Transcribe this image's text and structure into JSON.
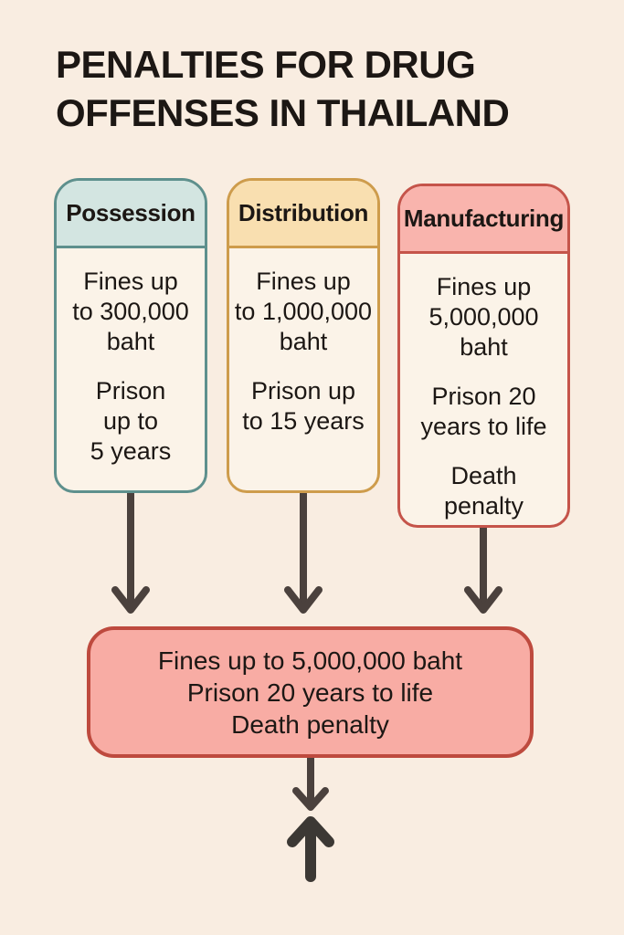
{
  "title": "PENALTIES FOR DRUG\nOFFENSES IN THAILAND",
  "cards": [
    {
      "id": "possession",
      "header": "Possession",
      "penalties": {
        "fine": "Fines up\nto 300,000\nbaht",
        "prison": "Prison\nup to\n5 years"
      }
    },
    {
      "id": "distribution",
      "header": "Distribution",
      "penalties": {
        "fine": "Fines up\nto 1,000,000\nbaht",
        "prison": "Prison up\nto 15 years"
      }
    },
    {
      "id": "manufacturing",
      "header": "Manufacturing",
      "penalties": {
        "fine": "Fines up\n5,000,000\nbaht",
        "prison": "Prison 20\nyears to life",
        "death": "Death\npenalty"
      }
    }
  ],
  "summary": "Fines up to 5,000,000 baht\nPrison 20 years to life\nDeath penalty",
  "icons": {
    "possession_connector": "down-arrow",
    "distribution_connector": "down-arrow",
    "manufacturing_connector": "down-arrow",
    "summary_connector": "down-arrow",
    "footer_arrow": "up-arrow"
  },
  "colors": {
    "bg": "#F9EDE1",
    "ink": "#1C1714",
    "card-bg": "#FBF3E8",
    "teal-border": "#5E908D",
    "teal-fill": "#D3E5E1",
    "gold-border": "#CE9C4C",
    "gold-fill": "#F9DFB0",
    "red-border": "#C5544A",
    "red-fill": "#F9B4AD",
    "summary-border": "#BE4A3E",
    "summary-fill": "#F8ACA4",
    "arrow": "#4B413D",
    "arrow-dark": "#3C3834"
  }
}
